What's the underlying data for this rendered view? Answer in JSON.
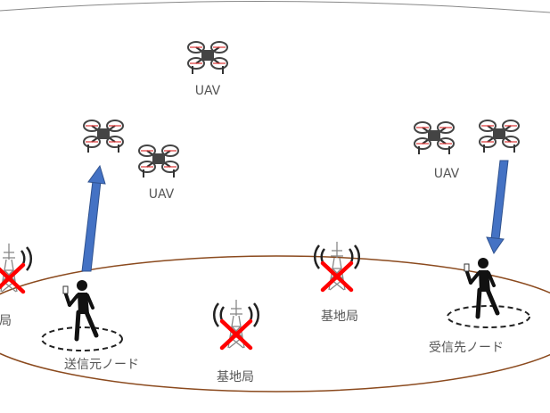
{
  "labels": {
    "uav_top": "UAV",
    "uav_left": "UAV",
    "uav_right": "UAV",
    "base_station_left_partial": "局",
    "base_station_center": "基地局",
    "base_station_right": "基地局",
    "source_node": "送信元ノード",
    "destination_node": "受信先ノード"
  },
  "colors": {
    "arrow": "#4472c4",
    "cross": "#ff0000",
    "ellipse": "#8b4a1e"
  }
}
